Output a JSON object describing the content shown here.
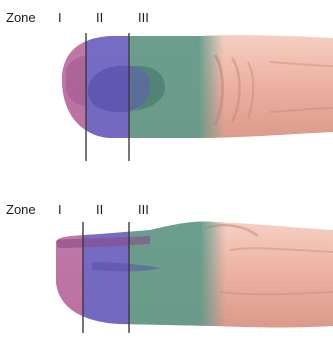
{
  "panels": [
    {
      "view": "top",
      "labels": {
        "zone": "Zone",
        "zone_1": "I",
        "zone_2": "II",
        "zone_3": "III"
      }
    },
    {
      "view": "side",
      "labels": {
        "zone": "Zone",
        "zone_1": "I",
        "zone_2": "II",
        "zone_3": "III"
      }
    }
  ],
  "colors": {
    "skin": "#ecb0a0",
    "skin_shadow": "#c98474",
    "nail_tip": "#b46aa6",
    "zone_2": "#6a64c4",
    "zone_3": "#5f9a8a",
    "divider": "#3a3a3a"
  }
}
